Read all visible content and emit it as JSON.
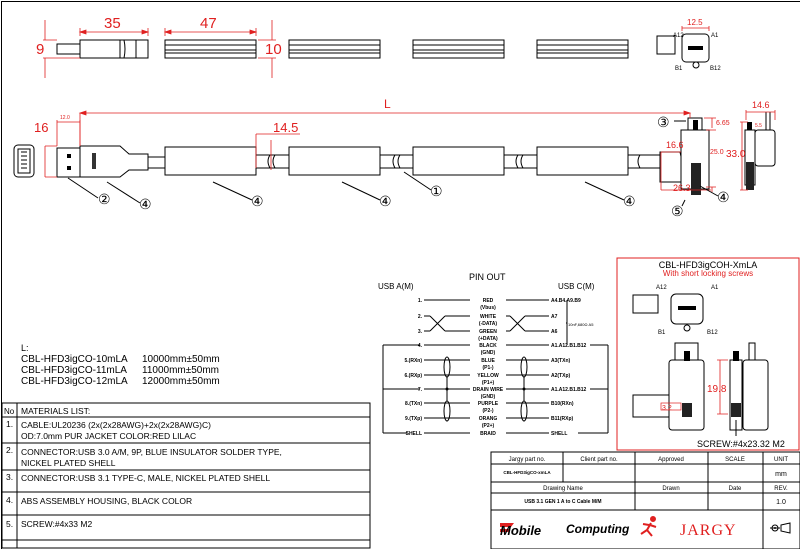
{
  "top_dims": {
    "d35": "35",
    "d47": "47",
    "d9": "9",
    "d10": "10",
    "d12_5": "12.5"
  },
  "mid_dims": {
    "L": "L",
    "d16": "16",
    "d12_0": "12.0",
    "d14_5": "14.5",
    "d6_65": "6.65",
    "d16_6": "16.6",
    "d25_0": "25.0",
    "d26_3": "26.3",
    "d33_0": "33.0",
    "d14_6": "14.6",
    "d5_5": "5.5"
  },
  "callouts": {
    "c1": "①",
    "c2": "②",
    "c3": "③",
    "c4": "④",
    "c5": "⑤"
  },
  "pin_labels": {
    "a12": "A12",
    "a1": "A1",
    "b1": "B1",
    "b12": "B12"
  },
  "length_table": {
    "label": "L:",
    "rows": [
      {
        "part": "CBL-HFD3igCO-10mLA",
        "length": "10000mm±50mm"
      },
      {
        "part": "CBL-HFD3igCO-11mLA",
        "length": "11000mm±50mm"
      },
      {
        "part": "CBL-HFD3igCO-12mLA",
        "length": "12000mm±50mm"
      }
    ]
  },
  "pinout": {
    "title": "PIN OUT",
    "left_header": "USB A(M)",
    "right_header": "USB C(M)",
    "note": "10nF,680Ω A5",
    "rows": [
      {
        "a": "1.",
        "wire": "RED",
        "c": "A4.B4.A9.B9",
        "sub": "(Vbus)"
      },
      {
        "a": "2.",
        "wire": "WHITE",
        "c": "A7",
        "sub": "(-DATA)"
      },
      {
        "a": "3.",
        "wire": "GREEN",
        "c": "A6",
        "sub": "(+DATA)"
      },
      {
        "a": "4.",
        "wire": "BLACK",
        "c": "A1.A12.B1.B12",
        "sub": "(GND)"
      },
      {
        "a": "5.(RXn)",
        "wire": "BLUE",
        "c": "A3(TXn)",
        "sub": "(P1-)"
      },
      {
        "a": "6.(RXp)",
        "wire": "YELLOW",
        "c": "A2(TXp)",
        "sub": "(P1+)"
      },
      {
        "a": "7.",
        "wire": "DRAIN WIRE",
        "c": "A1.A12.B1.B12",
        "sub": "(GND)"
      },
      {
        "a": "8.(TXn)",
        "wire": "PURPLE",
        "c": "B10(RXn)",
        "sub": "(P2-)"
      },
      {
        "a": "9.(TXp)",
        "wire": "ORANG",
        "c": "B11(RXp)",
        "sub": "(P2+)"
      },
      {
        "a": "SHELL",
        "wire": "BRAID",
        "c": "SHELL",
        "sub": ""
      }
    ]
  },
  "variant": {
    "title": "CBL-HFD3igCOH-XmLA",
    "subtitle": "With short locking screws",
    "d19_8": "19.8",
    "d3_2": "3.2",
    "screw": "SCREW:#4x23.32 M2"
  },
  "materials": {
    "no_header": "No",
    "header": "MATERIALS LIST:",
    "items": [
      {
        "no": "1.",
        "line1": "CABLE:UL20236 (2x(2x28AWG)+2x(2x28AWG)C)",
        "line2": "OD:7.0mm  PUR JACKET COLOR:RED LILAC"
      },
      {
        "no": "2.",
        "line1": "CONNECTOR:USB 3.0 A/M, 9P, BLUE INSULATOR SOLDER TYPE,",
        "line2": "NICKEL PLATED SHELL"
      },
      {
        "no": "3.",
        "line1": "CONNECTOR:USB 3.1 TYPE-C, MALE, NICKEL PLATED SHELL",
        "line2": ""
      },
      {
        "no": "4.",
        "line1": "ABS ASSEMBLY HOUSING, BLACK COLOR",
        "line2": ""
      },
      {
        "no": "5.",
        "line1": "SCREW:#4x33 M2",
        "line2": ""
      }
    ]
  },
  "title_block": {
    "jargy_part_label": "Jargy part no.",
    "client_part_label": "Client part no.",
    "approved_label": "Approved",
    "scale_label": "SCALE",
    "unit_label": "UNIT",
    "jargy_part": "CBL-HFD3igCO-xmLA",
    "unit": "mm",
    "drawing_name_label": "Drawing Name",
    "drawn_label": "Drawn",
    "date_label": "Date",
    "rev_label": "REV.",
    "drawing_name": "USB 3.1 GEN 1 A to C Cable M/M",
    "rev": "1.0",
    "logo_mobile": "Mobile",
    "logo_computing": "Computing",
    "logo_jargy": "JARGY"
  },
  "colors": {
    "dimension": "#e02020",
    "line": "#000000"
  }
}
